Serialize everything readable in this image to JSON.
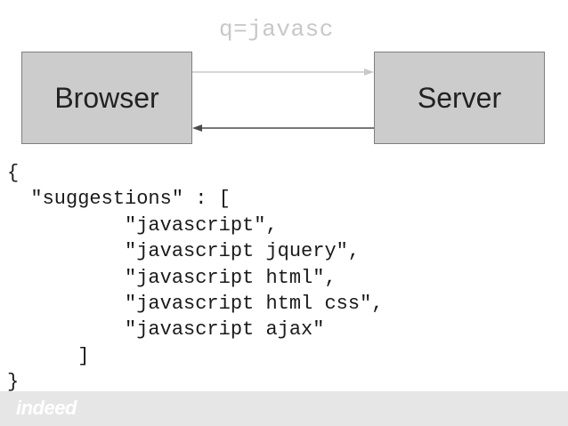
{
  "diagram": {
    "query_label": "q=javasc",
    "client_label": "Browser",
    "server_label": "Server",
    "request_arrow_color": "#c8c8c8",
    "response_arrow_color": "#4a4a4a"
  },
  "response_code": {
    "lines": [
      "{",
      "  \"suggestions\" : [",
      "          \"javascript\",",
      "          \"javascript jquery\",",
      "          \"javascript html\",",
      "          \"javascript html css\",",
      "          \"javascript ajax\"",
      "      ]",
      "}"
    ]
  },
  "footer": {
    "logo_text": "indeed"
  }
}
